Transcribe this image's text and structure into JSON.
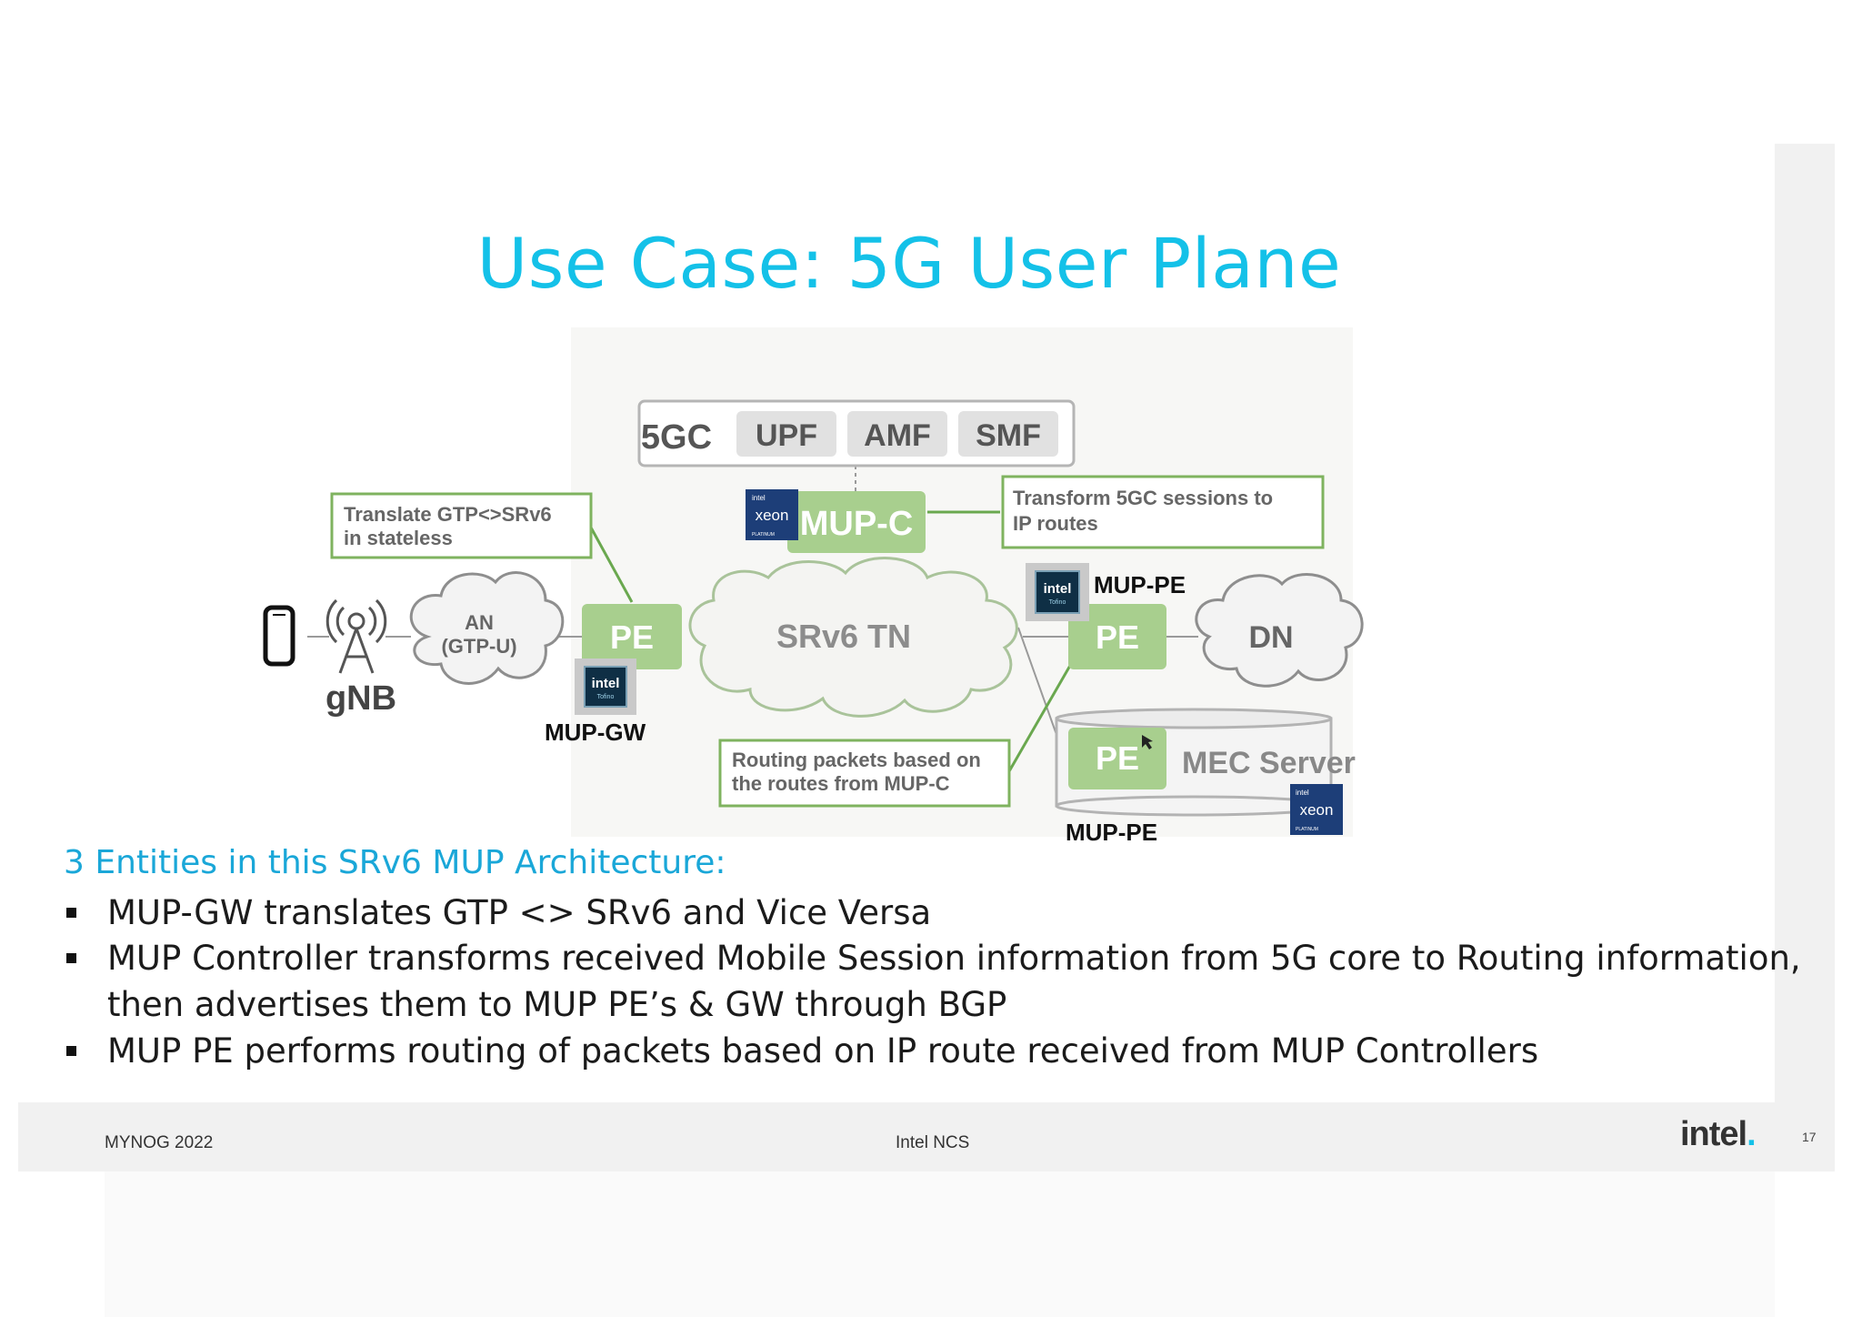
{
  "slide": {
    "title": "Use Case: 5G User Plane",
    "subtitle": "3 Entities in this SRv6 MUP Architecture:",
    "bullets": [
      " MUP-GW translates GTP <> SRv6 and Vice Versa",
      "MUP Controller transforms received Mobile Session information from 5G core to Routing information,",
      "MUP PE performs routing of packets based on IP route received from MUP Controllers"
    ],
    "bullet_2_cont": "then advertises them to MUP PE’s & GW through BGP"
  },
  "diagram": {
    "core": {
      "label": "5GC",
      "funcs": [
        "UPF",
        "AMF",
        "SMF"
      ]
    },
    "mup_c": "MUP-C",
    "notes": {
      "translate_1": "Translate GTP<>SRv6",
      "translate_2": "in stateless",
      "transform_1": "Transform 5GC sessions to",
      "transform_2": "IP routes",
      "routing_1": "Routing packets based on",
      "routing_2": "the routes from MUP-C"
    },
    "clouds": {
      "an_1": "AN",
      "an_2": "(GTP-U)",
      "srv6": "SRv6 TN",
      "dn": "DN"
    },
    "gnb": "gNB",
    "pe": "PE",
    "mec": "MEC Server",
    "labels": {
      "mup_gw": "MUP-GW",
      "mup_pe_top": "MUP-PE",
      "mup_pe_bottom": "MUP-PE"
    },
    "badges": {
      "intel": "intel",
      "xeon": "xeon",
      "platinum": "PLATINUM",
      "tofino": "Tofino"
    }
  },
  "footer": {
    "left": "MYNOG 2022",
    "center": "Intel NCS",
    "logo": "intel",
    "page": "17"
  },
  "colors": {
    "title": "#14c1e8",
    "subtitle": "#1aa7d8",
    "green_box": "#a8cf8e",
    "green_border": "#7fb35f",
    "footer_bg": "#f1f1f1"
  }
}
